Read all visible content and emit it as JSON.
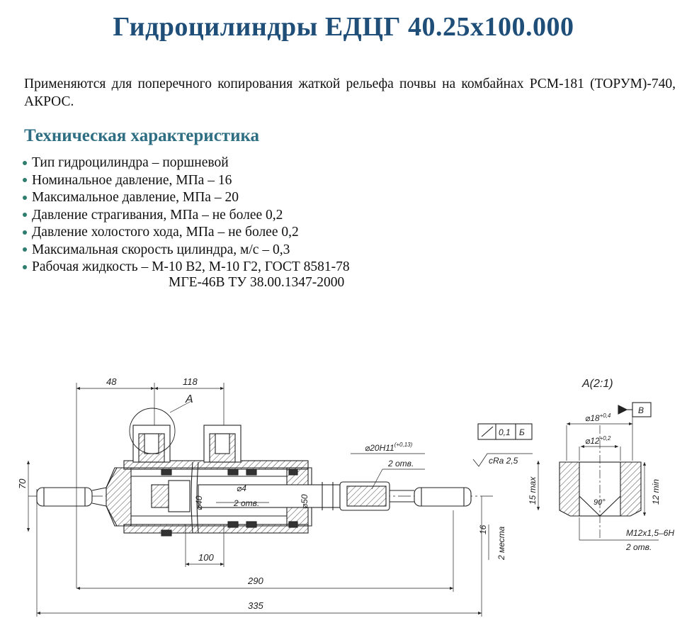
{
  "title": "Гидроцилиндры ЕДЦГ 40.25х100.000",
  "intro": "Применяются для поперечного копирования жаткой рельефа почвы на комбайнах РСМ-181 (ТОРУМ)-740, АКРОС.",
  "section_title": "Техническая характеристика",
  "specs": [
    "Тип гидроцилиндра – поршневой",
    "Номинальное давление, МПа – 16",
    "Максимальное давление, МПа – 20",
    "Давление страгивания, МПа – не более 0,2",
    "Давление холостого хода, МПа – не более 0,2",
    "Максимальная скорость цилиндра, м/с – 0,3",
    "Рабочая жидкость – М-10 В2, М-10 Г2, ГОСТ 8581-78"
  ],
  "spec_continuation": "МГЕ-46В ТУ 38.00.1347-2000",
  "drawing": {
    "dim_48": "48",
    "dim_118": "118",
    "view_label": "А",
    "dim_70": "70",
    "dim_d40": "⌀40",
    "dim_d4": "⌀4",
    "dim_2otv": "2 отв.",
    "dim_d50": "⌀50",
    "dim_100": "100",
    "dim_290": "290",
    "dim_335": "335",
    "hole_label": "⌀20Н11",
    "hole_tol": "(+0,13)",
    "hole_count": "2 отв.",
    "tol_value": "0,1",
    "tol_base": "Б",
    "roughness": "cRa 2,5",
    "dim_15max": "15 max",
    "dim_16": "16",
    "dim_2mesta": "2 места",
    "detail_title": "А(2:1)",
    "detail_d18": "⌀18",
    "detail_d18_tol": "+0,4",
    "detail_d12": "⌀12",
    "detail_d12_tol": "+0,2",
    "detail_base": "В",
    "detail_angle": "90°",
    "detail_12min": "12 min",
    "detail_thread": "М12х1,5–6Н",
    "detail_2otv": "2 отв."
  }
}
